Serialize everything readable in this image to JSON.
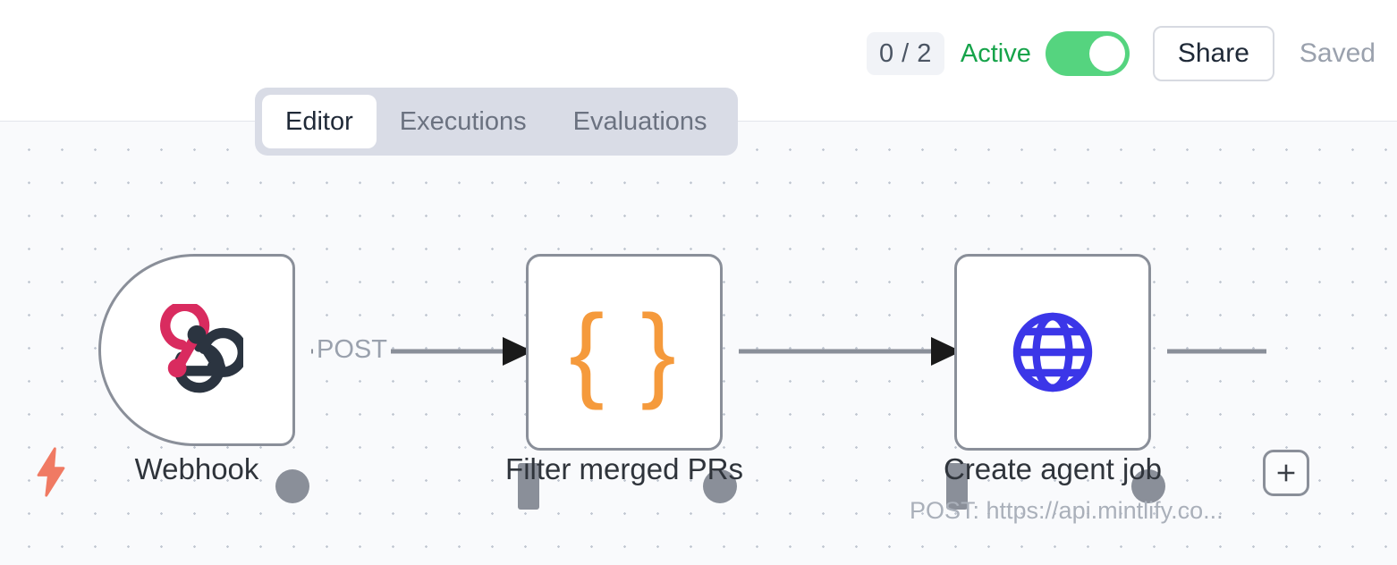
{
  "header": {
    "run_count": "0 / 2",
    "status_label": "Active",
    "toggle_state": "on",
    "toggle_icon": "toggle-on-icon",
    "share_label": "Share",
    "saved_label": "Saved",
    "active_color": "#16a34a",
    "toggle_color": "#55d47f"
  },
  "tabs": [
    {
      "label": "Editor",
      "active": true
    },
    {
      "label": "Executions",
      "active": false
    },
    {
      "label": "Evaluations",
      "active": false
    }
  ],
  "canvas": {
    "background_color": "#f9fafc",
    "grid": "dots",
    "trigger_marker_icon": "lightning-bolt-icon",
    "trigger_marker_color": "#f07a63",
    "add_node_icon": "plus-icon"
  },
  "nodes": [
    {
      "id": "webhook",
      "label": "Webhook",
      "subtitle": "",
      "icon": "webhook-icon",
      "icon_colors": [
        "#e0partial",
        "#d92b5f",
        "#2b3440"
      ],
      "shape": "trigger",
      "has_input": false,
      "has_output": true
    },
    {
      "id": "filter-merged-prs",
      "label": "Filter merged PRs",
      "subtitle": "",
      "icon": "code-braces-icon",
      "icon_glyph": "{ }",
      "icon_color": "#f59a3c",
      "shape": "step",
      "has_input": true,
      "has_output": true
    },
    {
      "id": "create-agent-job",
      "label": "Create agent job",
      "subtitle": "POST: https://api.mintlify.co...",
      "icon": "globe-icon",
      "icon_color": "#3b36e8",
      "shape": "step",
      "has_input": true,
      "has_output": true
    }
  ],
  "connections": [
    {
      "from": "webhook",
      "to": "filter-merged-prs",
      "label": "POST"
    },
    {
      "from": "filter-merged-prs",
      "to": "create-agent-job",
      "label": ""
    },
    {
      "from": "create-agent-job",
      "to": "add-node",
      "label": ""
    }
  ]
}
